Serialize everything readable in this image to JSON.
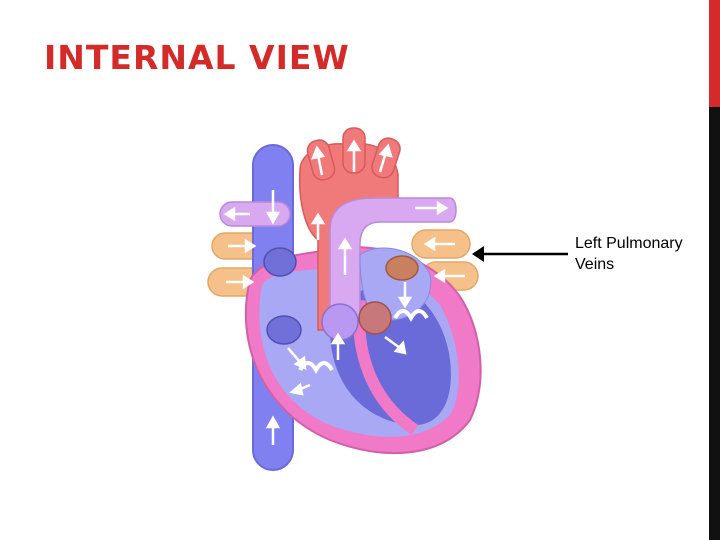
{
  "slide": {
    "title": "INTERNAL VIEW"
  },
  "label": {
    "line1": "Left Pulmonary",
    "line2": "Veins"
  },
  "colors": {
    "title": "#d42a2a",
    "accent_bar": "#d42a2a",
    "vein_blue": "#8080f0",
    "aorta_red": "#f07a7a",
    "pulmonary_artery": "#d8a8f0",
    "pulmonary_vein": "#f5c08a",
    "heart_wall_pink": "#f07ac8",
    "ventricle_dark": "#6a6ad8"
  }
}
